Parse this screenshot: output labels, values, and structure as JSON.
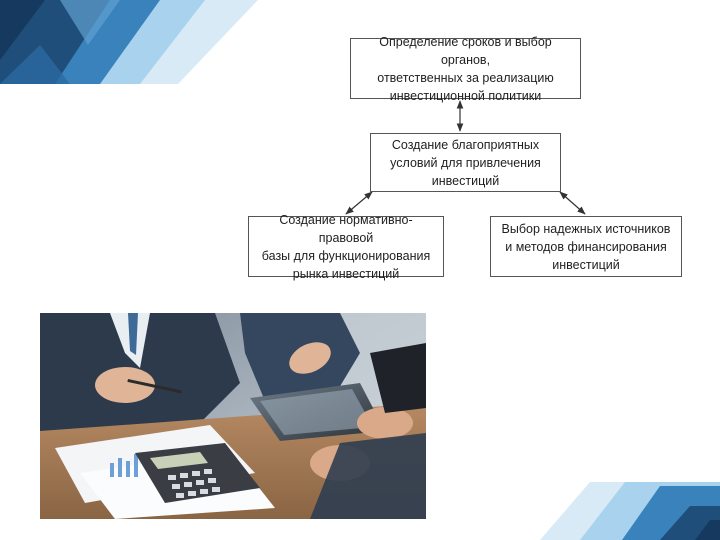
{
  "diagram": {
    "top_box": "Определение сроков и выбор органов,\nответственных за реализацию\nинвестиционной политики",
    "middle_box": "Создание благоприятных\nусловий для привлечения\nинвестиций",
    "left_box": "Создание нормативно-правовой\nбазы для функционирования\nрынка инвестиций",
    "right_box": "Выбор надежных источников\nи методов финансирования\nинвестиций"
  },
  "colors": {
    "accent_dark": "#1b3a5c",
    "accent_mid": "#2f6fa6",
    "accent_light": "#9cc9e8",
    "line": "#333333",
    "box_border": "#555555"
  },
  "photo": {
    "subject": "business-meeting-photo"
  }
}
